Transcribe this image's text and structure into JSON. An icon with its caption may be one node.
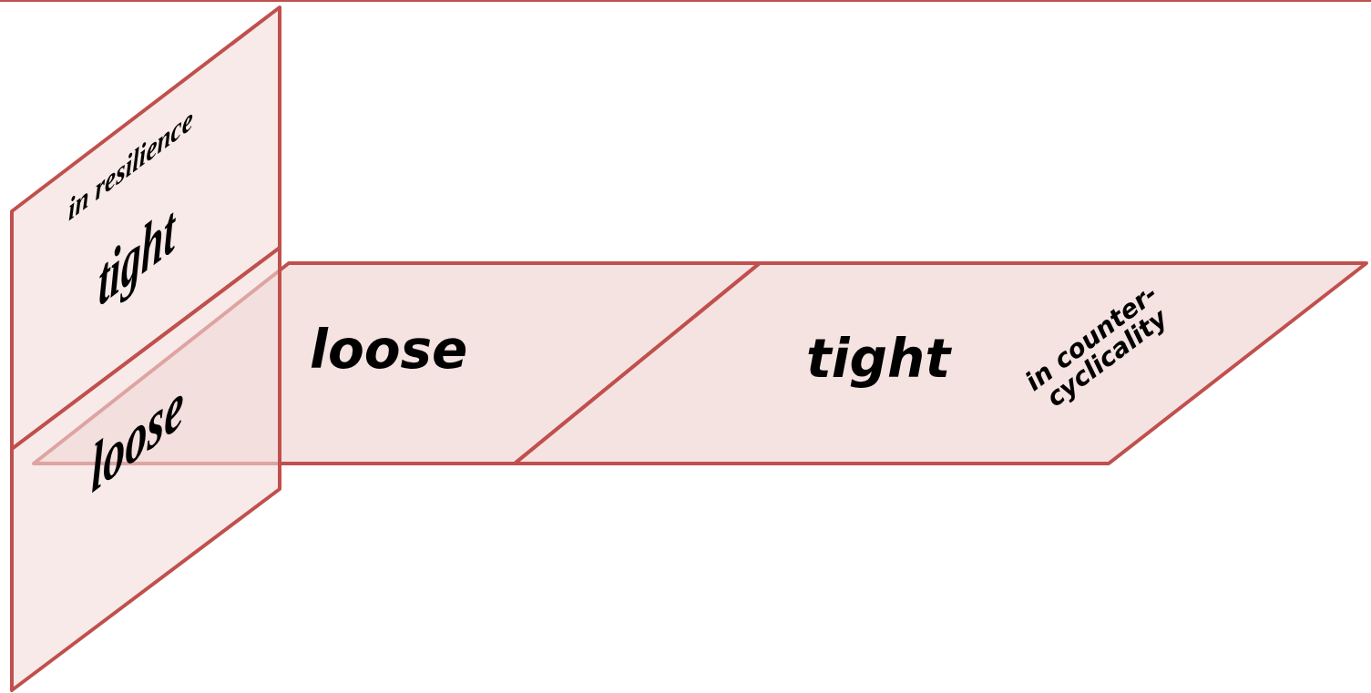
{
  "diagram": {
    "nodes": [
      {
        "text": [
          "in resilience",
          "tight"
        ]
      },
      {
        "text": [
          "loose"
        ]
      },
      {
        "text": [
          "loose"
        ]
      },
      {
        "text": [
          "tight",
          "in counter-cyclicality"
        ]
      }
    ]
  }
}
